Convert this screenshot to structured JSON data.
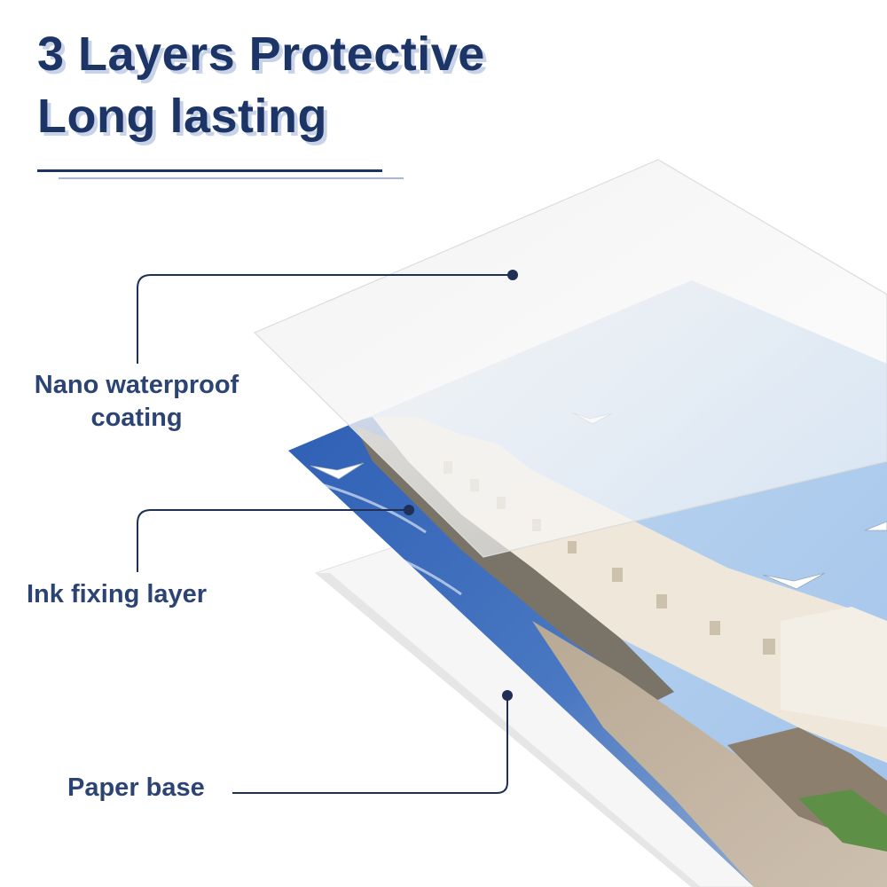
{
  "title": {
    "line1": "3 Layers Protective",
    "line2": "Long lasting"
  },
  "layers": [
    {
      "label_line1": "Nano waterproof",
      "label_line2": "coating"
    },
    {
      "label": "Ink fixing layer"
    },
    {
      "label": "Paper base"
    }
  ],
  "colors": {
    "title": "#1d3466",
    "title_shadow": "#c9d3e8",
    "label": "#2c4474",
    "connector": "#1f2f55",
    "sky": "#a9c8ea",
    "sea": "#3a64b0",
    "buildings": "#ede4d6",
    "sand": "#c8b9a6"
  },
  "image_content": "seaside-town-photo"
}
